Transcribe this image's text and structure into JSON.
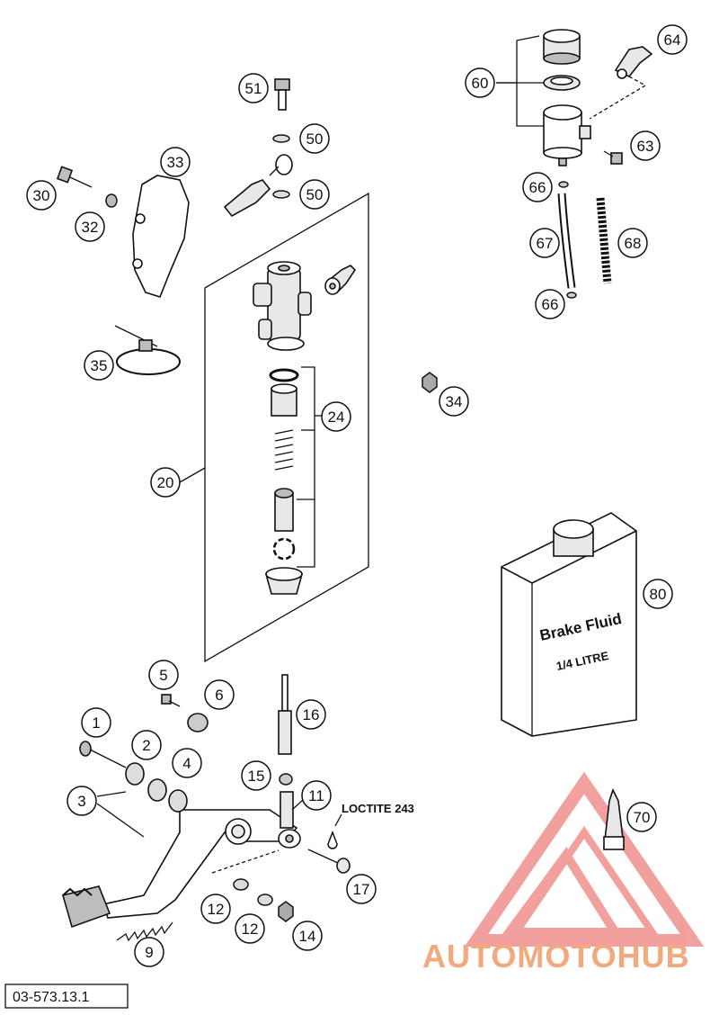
{
  "diagram": {
    "document_id": "03-573.13.1",
    "annotation_loctite": "LOCTITE 243",
    "can_label_line1": "Brake Fluid",
    "can_label_line2": "1/4 LITRE",
    "watermark_brand": "AUTOMOTOHUB",
    "callouts": [
      "1",
      "2",
      "3",
      "4",
      "5",
      "6",
      "9",
      "11",
      "12",
      "12",
      "14",
      "15",
      "16",
      "17",
      "20",
      "24",
      "30",
      "32",
      "33",
      "34",
      "35",
      "50",
      "50",
      "51",
      "60",
      "63",
      "64",
      "66",
      "66",
      "67",
      "68",
      "70",
      "80"
    ]
  }
}
